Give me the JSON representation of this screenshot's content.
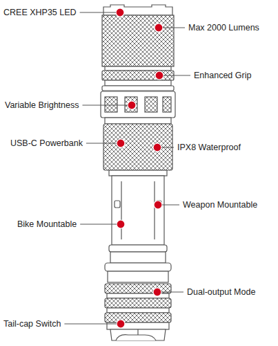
{
  "diagram": {
    "labels": [
      "CREE XHP35 LED",
      "Max 2000 Lumens",
      "Enhanced Grip",
      "Variable Brightness",
      "USB-C Powerbank",
      "IPX8 Waterproof",
      "Weapon Mountable",
      "Bike Mountable",
      "Dual-output Mode",
      "Tail-cap Switch"
    ]
  }
}
